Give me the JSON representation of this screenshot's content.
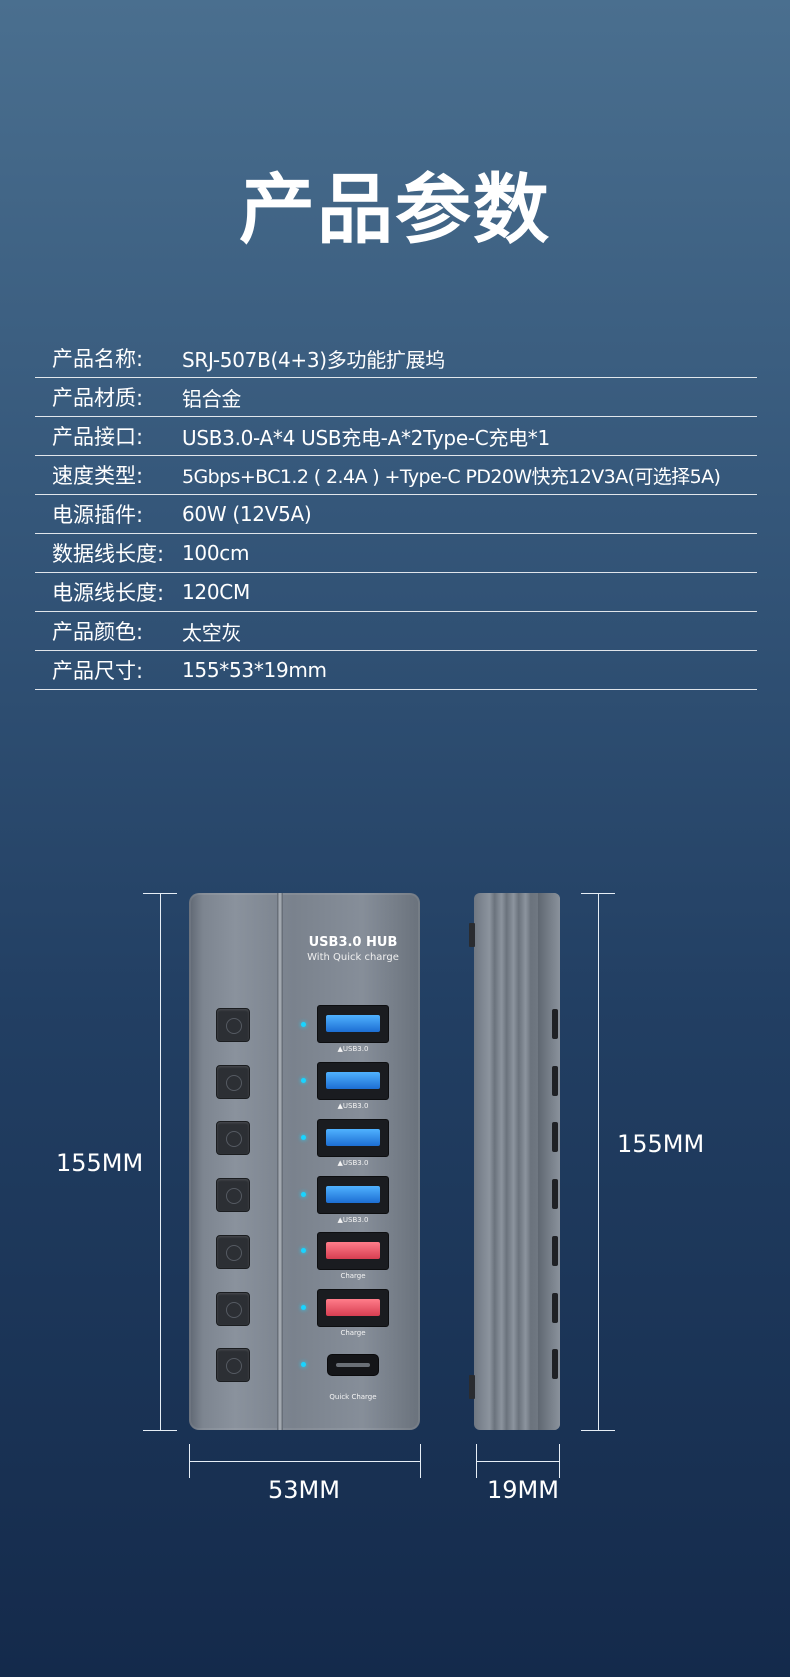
{
  "title": "产品参数",
  "specs": [
    {
      "label": "产品名称:",
      "value": "SRJ-507B(4+3)多功能扩展坞"
    },
    {
      "label": "产品材质:",
      "value": "铝合金"
    },
    {
      "label": "产品接口:",
      "value": "USB3.0-A*4 USB充电-A*2Type-C充电*1"
    },
    {
      "label": "速度类型:",
      "value": "5Gbps+BC1.2 ( 2.4A ) +Type-C PD20W快充12V3A(可选择5A)"
    },
    {
      "label": "电源插件:",
      "value": "60W (12V5A)"
    },
    {
      "label": "数据线长度:",
      "value": "100cm"
    },
    {
      "label": "电源线长度:",
      "value": "120CM"
    },
    {
      "label": "产品颜色:",
      "value": "太空灰"
    },
    {
      "label": "产品尺寸:",
      "value": "155*53*19mm"
    }
  ],
  "dimensions": {
    "front_height": "155MM",
    "side_height": "155MM",
    "width": "53MM",
    "depth": "19MM"
  },
  "hub": {
    "brand_title": "USB3.0 HUB",
    "brand_subtitle": "With Quick charge",
    "ports": [
      {
        "kind": "usb3",
        "label": "▲USB3.0"
      },
      {
        "kind": "usb3",
        "label": "▲USB3.0"
      },
      {
        "kind": "usb3",
        "label": "▲USB3.0"
      },
      {
        "kind": "usb3",
        "label": "▲USB3.0"
      },
      {
        "kind": "charge",
        "label": "Charge"
      },
      {
        "kind": "charge",
        "label": "Charge"
      }
    ],
    "typec_label": "Quick Charge",
    "colors": {
      "led": "#19d4ff",
      "usb3": "#2b8ff0",
      "charge": "#f05a6a"
    }
  }
}
